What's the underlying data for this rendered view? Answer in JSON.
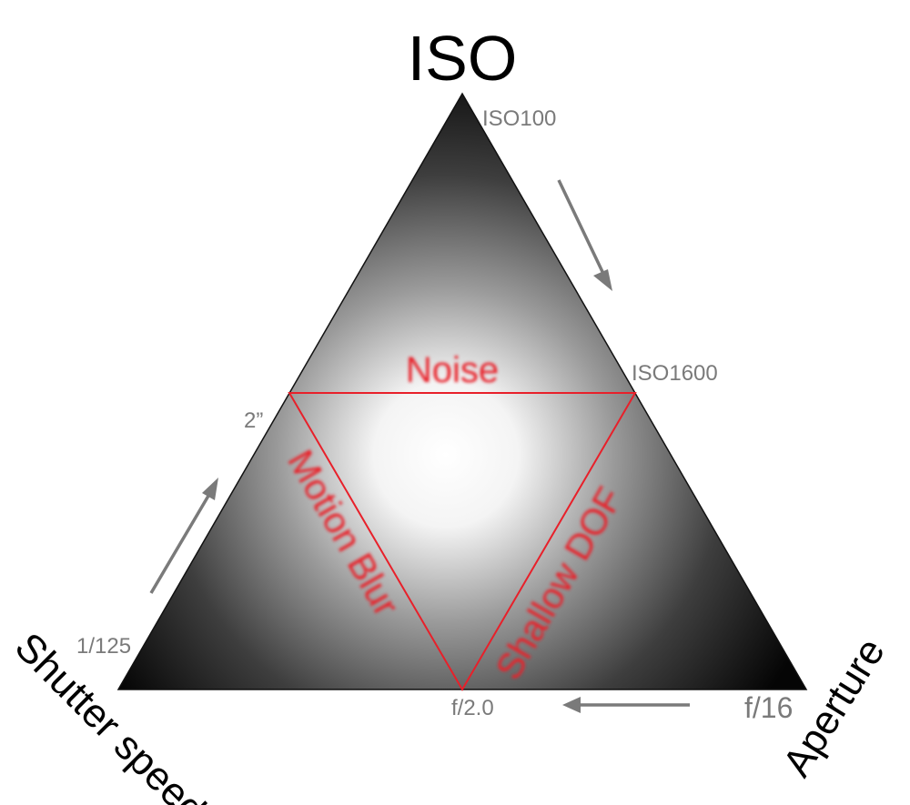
{
  "diagram": {
    "title": "ISO",
    "corners": {
      "shutter": "Shutter speed",
      "aperture": "Aperture"
    },
    "ticks": {
      "iso_low": "ISO100",
      "iso_high": "ISO1600",
      "shutter_slow": "2”",
      "shutter_fast": "1/125",
      "aperture_wide": "f/2.0",
      "aperture_narrow": "f/16"
    },
    "effects": {
      "noise": "Noise",
      "motion_blur": "Motion Blur",
      "shallow_dof": "Shallow DOF"
    }
  },
  "colors": {
    "effect_red": "#e8202a",
    "arrow_gray": "#7a7a7a",
    "triangle_dark": "#0a0a0a",
    "center_glow": "#ffffff"
  }
}
